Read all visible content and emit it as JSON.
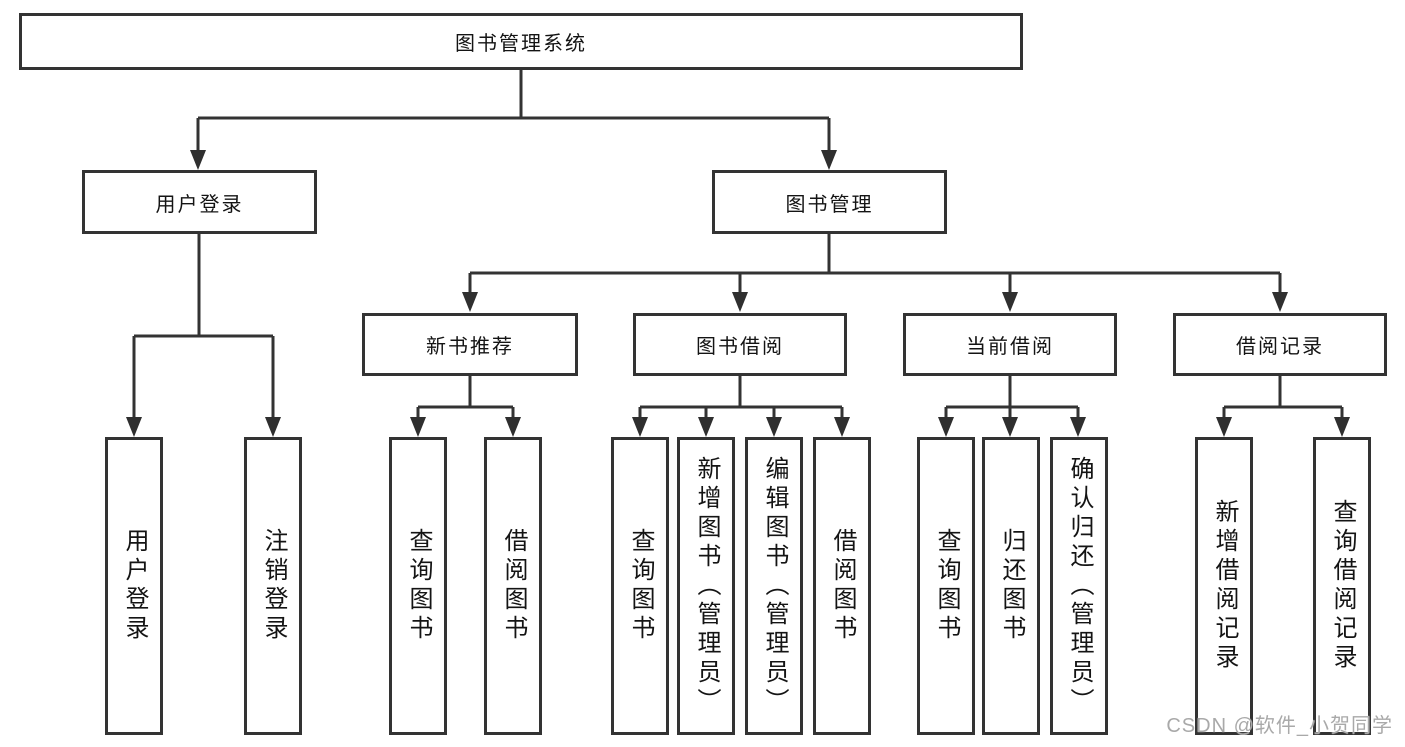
{
  "diagram": {
    "type": "tree",
    "root": {
      "id": "system",
      "label": "图书管理系统"
    },
    "level2": [
      {
        "id": "user-login",
        "label": "用户登录",
        "parent": "system"
      },
      {
        "id": "book-mgmt",
        "label": "图书管理",
        "parent": "system"
      }
    ],
    "level3": [
      {
        "id": "new-book-rec",
        "label": "新书推荐",
        "parent": "book-mgmt"
      },
      {
        "id": "book-borrow",
        "label": "图书借阅",
        "parent": "book-mgmt"
      },
      {
        "id": "current-borrow",
        "label": "当前借阅",
        "parent": "book-mgmt"
      },
      {
        "id": "borrow-record",
        "label": "借阅记录",
        "parent": "book-mgmt"
      }
    ],
    "leaves": [
      {
        "label": "用户登录",
        "parent": "user-login"
      },
      {
        "label": "注销登录",
        "parent": "user-login"
      },
      {
        "label": "查询图书",
        "parent": "new-book-rec"
      },
      {
        "label": "借阅图书",
        "parent": "new-book-rec"
      },
      {
        "label": "查询图书",
        "parent": "book-borrow"
      },
      {
        "label": "新增图书（管理员）",
        "parent": "book-borrow"
      },
      {
        "label": "编辑图书（管理员）",
        "parent": "book-borrow"
      },
      {
        "label": "借阅图书",
        "parent": "book-borrow"
      },
      {
        "label": "查询图书",
        "parent": "current-borrow"
      },
      {
        "label": "归还图书",
        "parent": "current-borrow"
      },
      {
        "label": "确认归还（管理员）",
        "parent": "current-borrow"
      },
      {
        "label": "新增借阅记录",
        "parent": "borrow-record"
      },
      {
        "label": "查询借阅记录",
        "parent": "borrow-record"
      }
    ],
    "colors": {
      "line": "#333333",
      "box_border": "#333333",
      "text": "#141414",
      "watermark": "#a9a9a9",
      "background": "#ffffff"
    }
  },
  "watermark": "CSDN @软件_小贺同学"
}
